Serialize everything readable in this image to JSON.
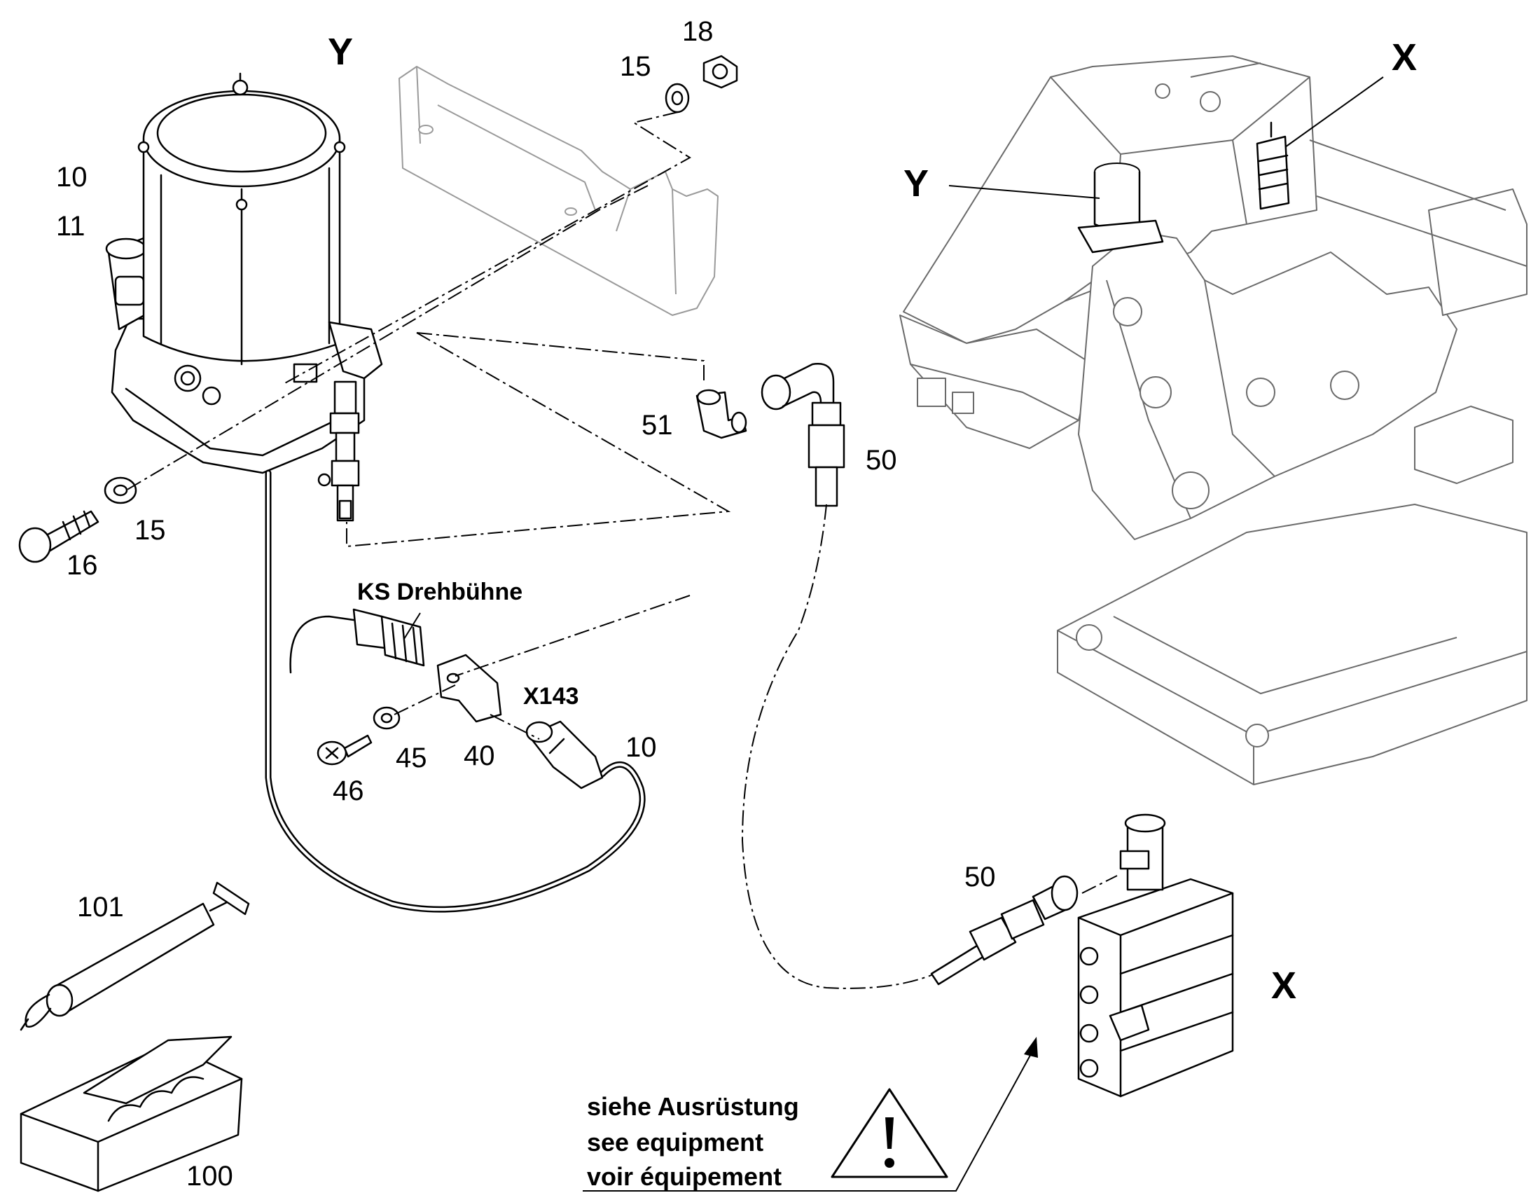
{
  "views": {
    "y_top": "Y",
    "y_machine": "Y",
    "x_machine": "X",
    "x_right": "X"
  },
  "callouts": {
    "c18": "18",
    "c15_top": "15",
    "c10_pump": "10",
    "c11": "11",
    "c15_bolt": "15",
    "c16": "16",
    "c51": "51",
    "c50_top": "50",
    "c50_bottom": "50",
    "c46": "46",
    "c45": "45",
    "c40": "40",
    "c10_cable": "10",
    "c101": "101",
    "c100": "100"
  },
  "labels": {
    "sensor": "KS Drehbühne",
    "connector": "X143"
  },
  "note": {
    "line1": "siehe Ausrüstung",
    "line2": "see equipment",
    "line3": "voir équipement"
  },
  "icons": {
    "warning": "warning-triangle-icon"
  }
}
